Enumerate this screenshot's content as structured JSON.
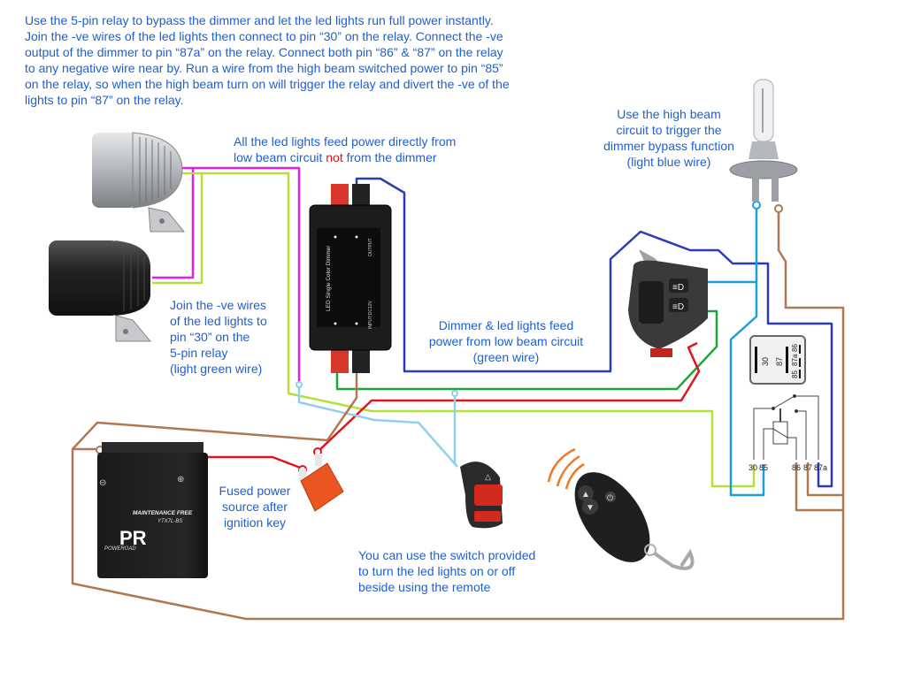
{
  "title": "LED lights dimmer bypass wiring diagram with 5-pin relay",
  "intro_lines": [
    "Use the 5-pin relay to bypass the dimmer and let the led lights run full power instantly.",
    "Join the -ve wires of the led lights then connect to pin “30” on the relay. Connect the -ve",
    "output of the dimmer to pin “87a” on the relay. Connect both pin “86” & “87” on the relay",
    "to any negative wire near by. Run a wire from the high beam switched power to pin “85”",
    "on the relay, so when the high beam turn on will trigger the relay and divert the -ve of the",
    "lights to pin “87” on the relay."
  ],
  "notes": {
    "feed": {
      "line1": "All the led lights feed power directly from",
      "line2_pre": "low beam circuit ",
      "line2_emph": "not",
      "line2_post": " from the dimmer"
    },
    "high_beam": [
      "Use the high beam",
      "circuit to trigger the",
      "dimmer bypass function",
      "(light blue wire)"
    ],
    "join": [
      "Join the -ve wires",
      "of the led lights to",
      "pin “30” on the",
      "5-pin relay",
      "(light green wire)"
    ],
    "dimmer_feed": [
      "Dimmer & led lights feed",
      "power from low beam circuit",
      "(green wire)"
    ],
    "fuse": [
      "Fused power",
      "source after",
      "ignition key"
    ],
    "switch": [
      "You can use the switch provided",
      "to turn the led lights on or off",
      "beside using the remote"
    ]
  },
  "dimmer": {
    "label": "LED Single Color Dimmer",
    "output_label": "OUTPUT",
    "input_label": "INPUT:DC12V",
    "plus": "+",
    "minus": "—"
  },
  "battery": {
    "label": "MAINTENANCE FREE",
    "model": "YTX7L-BS",
    "brand": "POWEROAD",
    "logo": "PR",
    "neg": "⊖",
    "pos": "⊕"
  },
  "relay": {
    "top_pins": [
      "30",
      "87",
      "86",
      "87a",
      "85"
    ],
    "bottom_pins": [
      "30",
      "85",
      "86",
      "87",
      "87a"
    ]
  },
  "wire_colors": {
    "magenta": "#e81ee0",
    "light_green": "#b5e03a",
    "green": "#1fa83a",
    "red": "#e0141e",
    "blue": "#2a3cb8",
    "light_blue": "#1a9fd8",
    "sky": "#8fd0ec",
    "brown": "#b07850",
    "orange": "#f07820"
  },
  "text_color": "#1f5fd0"
}
